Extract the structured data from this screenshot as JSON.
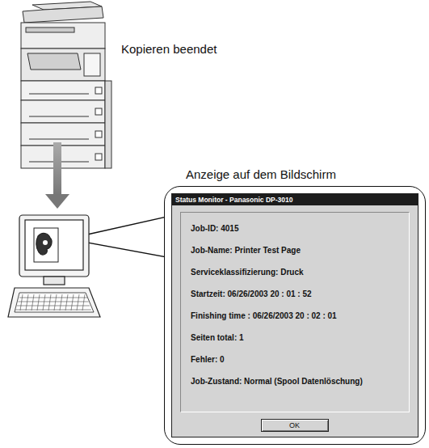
{
  "diagram": {
    "nodes": [
      {
        "text": [
          "Anzeige auf dem Bildschirm"
        ]
      },
      {
        "text": [
          "Status Monitor - Panasonic DP-3010",
          "Job-ID: 4015",
          "Job-Name: Printer Test Page",
          "Serviceklassifizierung: Druck",
          "Startzeit: 06/26/2003 20 : 01 : 52",
          "Finishing time : 06/26/2003 20 : 02 : 01",
          "Seiten total: 1",
          "Fehler: 0",
          "Job-Zustand: Normal (Spool Datenlöschung)"
        ],
        "in": 0
      },
      {
        "text": [
          "OK"
        ],
        "in": 1
      }
    ],
    "labels": [
      "Kopieren beendet"
    ]
  }
}
